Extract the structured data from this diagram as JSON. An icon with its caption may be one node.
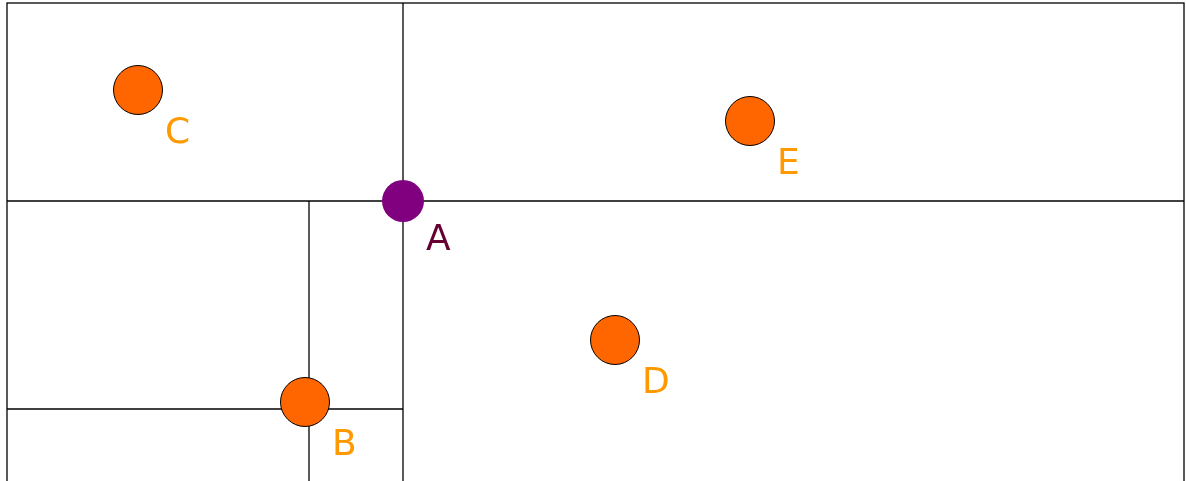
{
  "diagram": {
    "nodes": [
      {
        "text": [],
        "shape": "circle",
        "beside": [
          "C"
        ]
      },
      {
        "text": [],
        "shape": "circle",
        "beside": [
          "E"
        ]
      },
      {
        "text": [],
        "shape": "circle",
        "beside": [
          "A"
        ]
      },
      {
        "text": [],
        "shape": "circle",
        "beside": [
          "D"
        ]
      },
      {
        "text": [],
        "shape": "circle",
        "beside": [
          "B"
        ]
      }
    ]
  }
}
